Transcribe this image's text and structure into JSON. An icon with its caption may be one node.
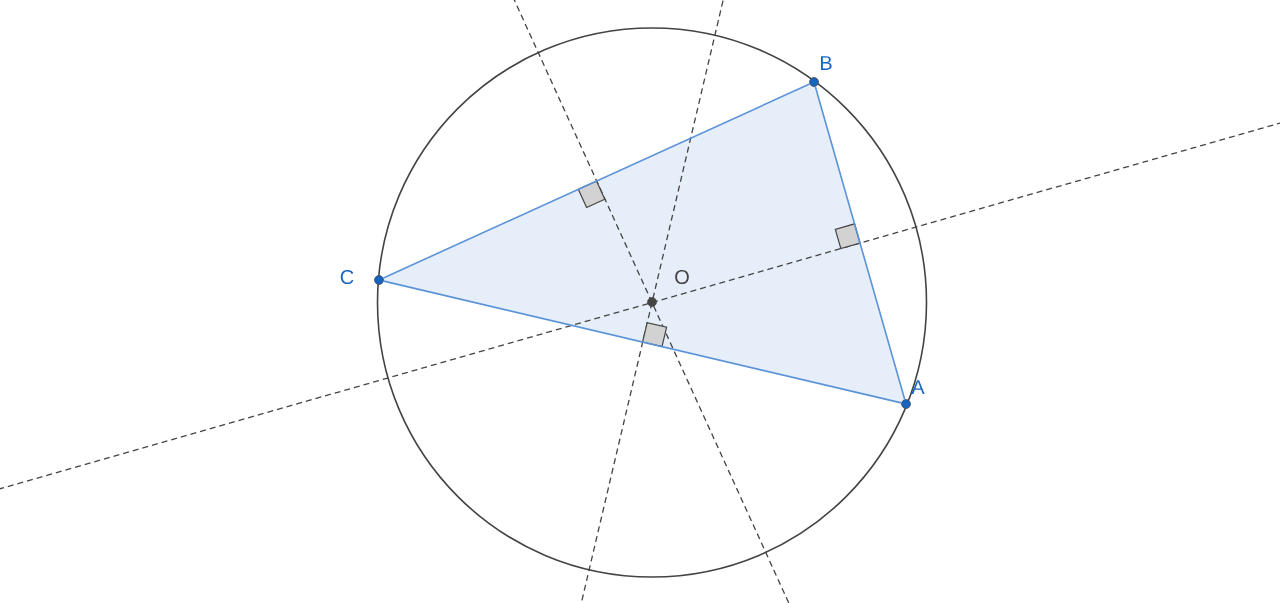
{
  "diagram": {
    "nodes": [
      {
        "text": [
          "B"
        ]
      },
      {
        "text": [
          "C"
        ]
      },
      {
        "text": [
          "O"
        ]
      },
      {
        "text": [
          "A"
        ]
      }
    ],
    "edges": [
      {
        "from": 0,
        "to": 1,
        "arrow": "none"
      },
      {
        "from": 1,
        "to": 3,
        "arrow": "none"
      },
      {
        "from": 3,
        "to": 0,
        "arrow": "none"
      }
    ]
  }
}
